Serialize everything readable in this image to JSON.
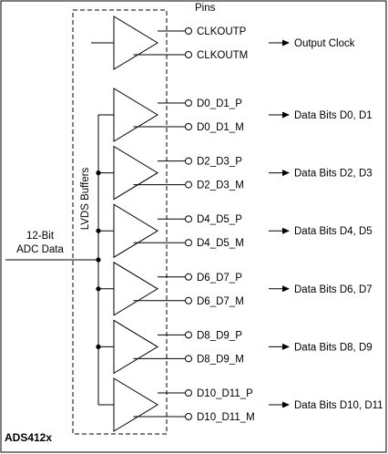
{
  "chip_name": "ADS412x",
  "pins_header": "Pins",
  "buffer_label": "LVDS Buffers",
  "input_label_lines": [
    "12-Bit",
    "ADC Data"
  ],
  "clock": {
    "pins": [
      "CLKOUTP",
      "CLKOUTM"
    ],
    "output": "Output Clock"
  },
  "data_groups": [
    {
      "pins": [
        "D0_D1_P",
        "D0_D1_M"
      ],
      "output": "Data Bits D0, D1"
    },
    {
      "pins": [
        "D2_D3_P",
        "D2_D3_M"
      ],
      "output": "Data Bits D2, D3"
    },
    {
      "pins": [
        "D4_D5_P",
        "D4_D5_M"
      ],
      "output": "Data Bits D4, D5"
    },
    {
      "pins": [
        "D6_D7_P",
        "D6_D7_M"
      ],
      "output": "Data Bits D6, D7"
    },
    {
      "pins": [
        "D8_D9_P",
        "D8_D9_M"
      ],
      "output": "Data Bits D8, D9"
    },
    {
      "pins": [
        "D10_D11_P",
        "D10_D11_M"
      ],
      "output": "Data Bits D10, D11"
    }
  ]
}
